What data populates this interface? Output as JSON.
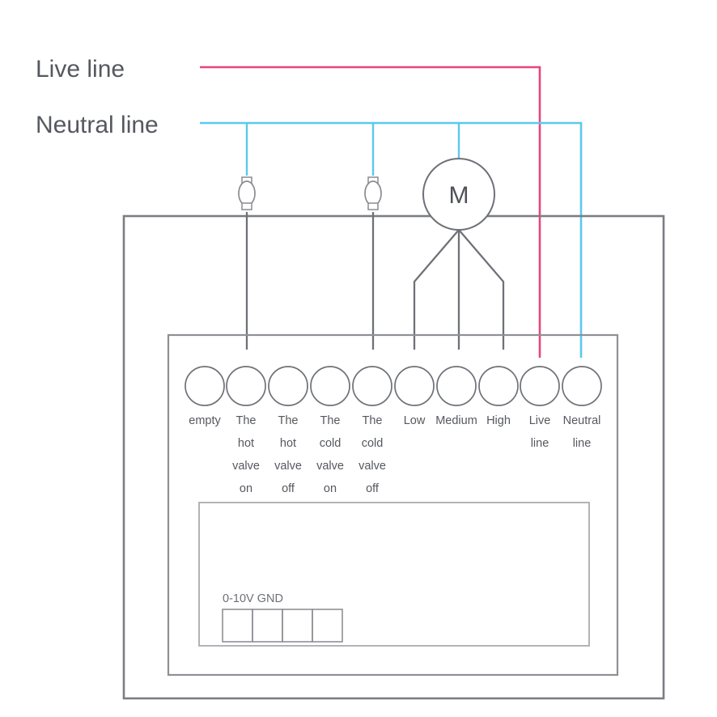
{
  "legend": {
    "live_line": "Live line",
    "neutral_line": "Neutral line"
  },
  "colors": {
    "live_wire": "#e8467c",
    "neutral_wire": "#5bc8f0",
    "signal_wire": "#6e7177",
    "text": "#55585e",
    "case_stroke": "#7b7d82"
  },
  "motor": {
    "label": "M"
  },
  "terminals": [
    {
      "id": "empty",
      "lines": [
        "empty"
      ]
    },
    {
      "id": "hot-valve-on",
      "lines": [
        "The",
        "hot",
        "valve",
        "on"
      ]
    },
    {
      "id": "hot-valve-off",
      "lines": [
        "The",
        "hot",
        "valve",
        "off"
      ]
    },
    {
      "id": "cold-valve-on",
      "lines": [
        "The",
        "cold",
        "valve",
        "on"
      ]
    },
    {
      "id": "cold-valve-off",
      "lines": [
        "The",
        "cold",
        "valve",
        "off"
      ]
    },
    {
      "id": "low",
      "lines": [
        "Low"
      ]
    },
    {
      "id": "medium",
      "lines": [
        "Medium"
      ]
    },
    {
      "id": "high",
      "lines": [
        "High"
      ]
    },
    {
      "id": "live-line",
      "lines": [
        "Live",
        "line"
      ]
    },
    {
      "id": "neutral-line",
      "lines": [
        "Neutral",
        "line"
      ]
    }
  ],
  "io_block": {
    "label": "0-10V GND",
    "cell_count": 4
  }
}
